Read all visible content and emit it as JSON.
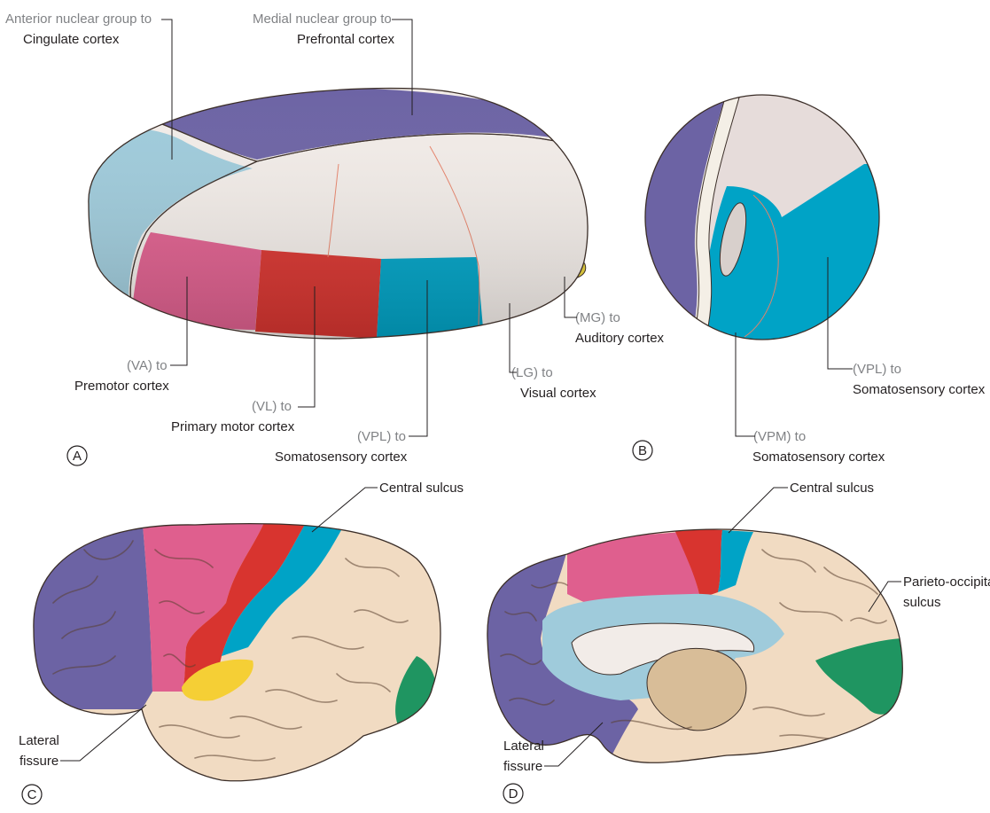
{
  "colors": {
    "prefrontal": "#6c63a4",
    "cingulate": "#9fcbdb",
    "premotor": "#df5f8e",
    "primary_motor": "#d8342f",
    "somatosensory": "#00a3c6",
    "visual": "#1f9561",
    "auditory": "#f5cf35",
    "association": "#f1dbc2",
    "thalamus_body": "#f2ece8",
    "midbrain": "#d8bd98"
  },
  "panels": {
    "A": {
      "letter": "A",
      "labels": {
        "anterior": {
          "line1": "Anterior nuclear group to",
          "line2": "Cingulate cortex"
        },
        "medial": {
          "line1": "Medial nuclear group to",
          "line2": "Prefrontal cortex"
        },
        "va": {
          "line1": "(VA) to",
          "line2": "Premotor cortex"
        },
        "vl": {
          "line1": "(VL) to",
          "line2": "Primary motor cortex"
        },
        "vpl": {
          "line1": "(VPL) to",
          "line2": "Somatosensory cortex"
        },
        "lg": {
          "line1": "(LG) to",
          "line2": "Visual cortex"
        },
        "mg": {
          "line1": "(MG) to",
          "line2": "Auditory cortex"
        }
      }
    },
    "B": {
      "letter": "B",
      "labels": {
        "vpl": {
          "line1": "(VPL) to",
          "line2": "Somatosensory cortex"
        },
        "vpm": {
          "line1": "(VPM) to",
          "line2": "Somatosensory cortex"
        }
      }
    },
    "C": {
      "letter": "C",
      "labels": {
        "central_sulcus": "Central sulcus",
        "lateral_fissure": {
          "line1": "Lateral",
          "line2": "fissure"
        }
      }
    },
    "D": {
      "letter": "D",
      "labels": {
        "central_sulcus": "Central sulcus",
        "parieto_occipital": {
          "line1": "Parieto-occipital",
          "line2": "sulcus"
        },
        "lateral_fissure": {
          "line1": "Lateral",
          "line2": "fissure"
        }
      }
    }
  }
}
